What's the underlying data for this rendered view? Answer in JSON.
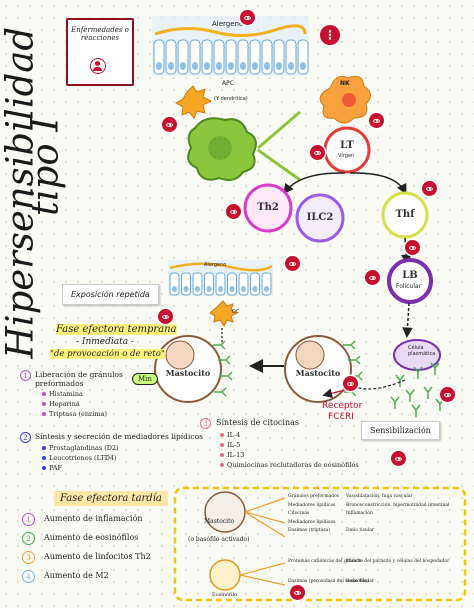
{
  "title": {
    "line1": "Hipersensibilidad",
    "line2": "tipo I"
  },
  "card": {
    "label": "Enfermedades o reacciones",
    "icon": "person-icon"
  },
  "top_labels": {
    "alergeno": "Alergeno",
    "apc": "APC",
    "apc_sub": "(Y dendritica)",
    "nk": "NK",
    "lt": "LT",
    "lt_sub": "Vírgen"
  },
  "cells": {
    "th2": "Th2",
    "ilc2": "ILC2",
    "thf": "Thf",
    "lb": "LB",
    "lb_sub": "Folicular",
    "plasma": "Célula plasmática",
    "mast1": "Mastocito",
    "mast2": "Mastocito",
    "receptor": "Receptor",
    "receptor_sub": "FCƐRI",
    "alergeno2": "Alergeno",
    "dc": "DC"
  },
  "labels": {
    "exposicion": "Exposición repetida",
    "fase_temprana": "Fase efectora temprana",
    "inmediata": "- Inmediata -",
    "provocacion": "\"de provocación o de reto\"",
    "min": "Min",
    "sensibilizacion": "Sensibilización",
    "fase_tardia": "Fase efectora tardía",
    "basofilo": "(o basófilo activado)",
    "mastocito3": "Mastocito",
    "eosinofilo": "Eosinófilo"
  },
  "early_list": [
    {
      "n": "1",
      "color": "#c24fd0",
      "text": "Liberación de gránulos preformados",
      "items": [
        "Histamina",
        "Heparina",
        "Triptasa (enzima)"
      ]
    },
    {
      "n": "2",
      "color": "#3d3ddb",
      "text": "Síntesis y secreción de mediadores lipídicos",
      "items": [
        "Prostaglandinas (D2)",
        "Leucotrienos (LTD4)",
        "PAF"
      ]
    }
  ],
  "cytokines": {
    "n": "3",
    "color": "#e07080",
    "text": "Síntesis de citocinas",
    "items": [
      "IL-4",
      "IL-5",
      "IL-13",
      "Quimiocinas reclutadoras de eosinófilos"
    ]
  },
  "late_list": [
    {
      "n": "1",
      "color": "#c24fd0",
      "text": "Aumento de inflamación"
    },
    {
      "n": "2",
      "color": "#3cb54a",
      "text": "Aumento de eosinófilos"
    },
    {
      "n": "3",
      "color": "#f0a030",
      "text": "Aumento de linfocitos Th2"
    },
    {
      "n": "4",
      "color": "#7ab8e8",
      "text": "Aumento de M2"
    }
  ],
  "late_box": {
    "mast_rows": [
      {
        "left": "Gránulos preformados",
        "right": "Vasodilatación, fuga vascular"
      },
      {
        "left": "Mediadores lipídicos",
        "right": "Broncoconstricción, hipermotilidad intestinal"
      },
      {
        "left": "Citocinas",
        "right": "Inflamación"
      },
      {
        "left": "Mediadores lipídicos",
        "right": ""
      },
      {
        "left": "Enzimas (triptasa)",
        "right": "Daño tisular"
      }
    ],
    "eos_rows": [
      {
        "left": "Proteínas catiónicas del gránulo",
        "right": "Muerte del parásito y células del hospedador"
      },
      {
        "left": "Enzimas (peroxidasa del eosinófilo)",
        "right": "Daño tisular"
      }
    ]
  },
  "colors": {
    "accent": "#c8102e",
    "th2": "#d63ccf",
    "ilc2": "#9b5de5",
    "thf": "#d6e04a",
    "lb": "#7a2fb0",
    "lt": "#e83a3a",
    "apc": "#f0a030",
    "mast": "#8a5a3a"
  }
}
